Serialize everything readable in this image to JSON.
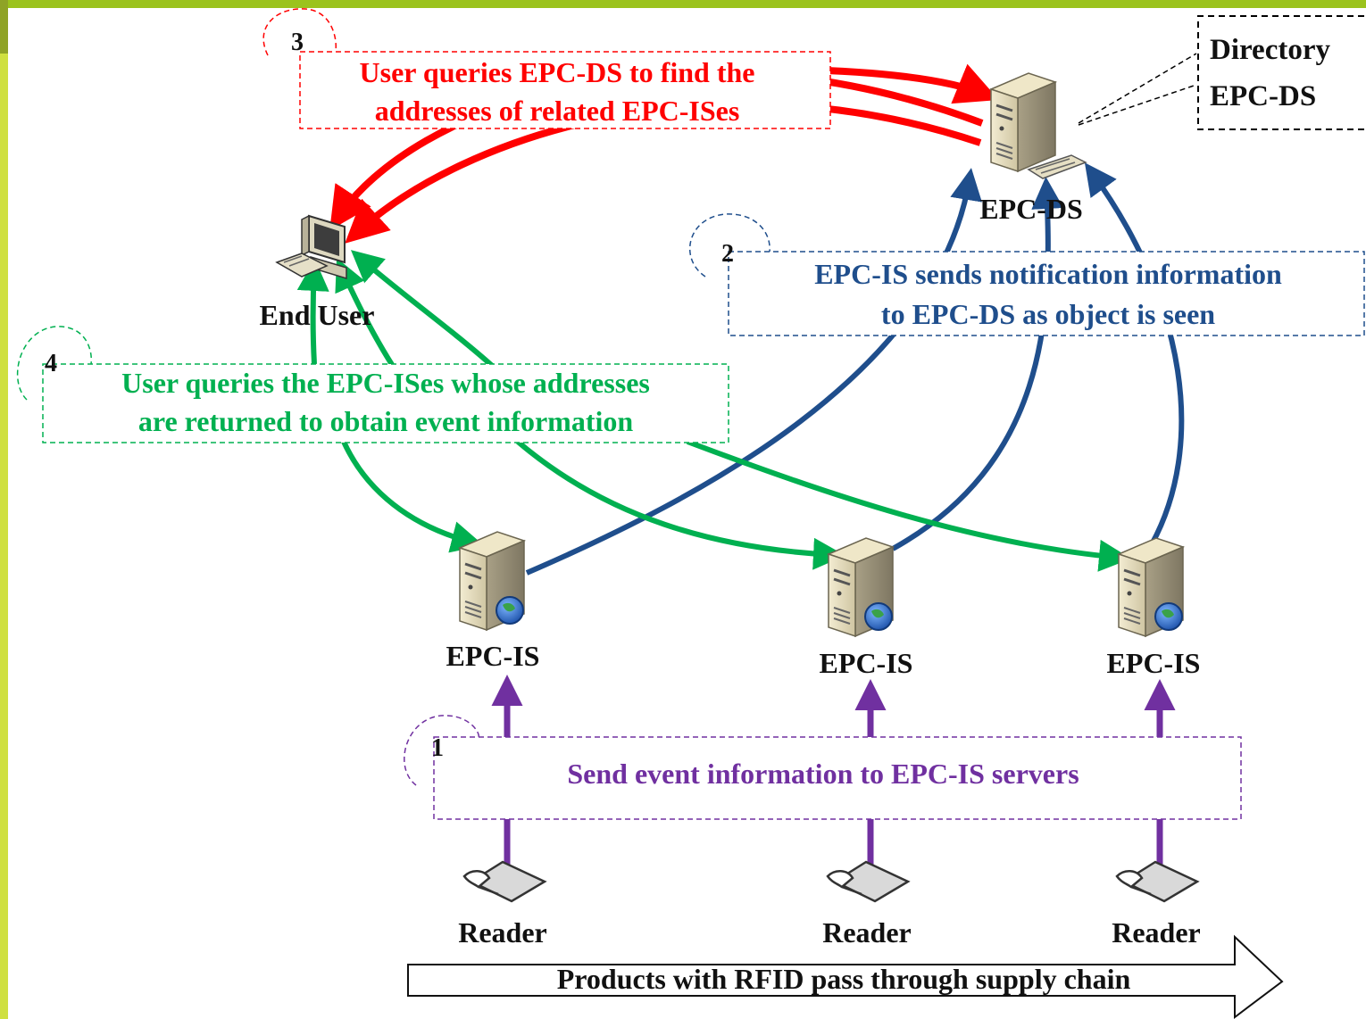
{
  "steps": {
    "step1": {
      "num": "1",
      "line1": "Send event information to EPC-IS servers",
      "color": "#7030a0"
    },
    "step2": {
      "num": "2",
      "line1": "EPC-IS sends notification information",
      "line2": "to EPC-DS as object is seen",
      "color": "#1f4e8c"
    },
    "step3": {
      "num": "3",
      "line1": "User queries EPC-DS to find the",
      "line2": "addresses of related EPC-ISes",
      "color": "#ff0000"
    },
    "step4": {
      "num": "4",
      "line1": "User queries the EPC-ISes whose addresses",
      "line2": "are returned to obtain event information",
      "color": "#00b050"
    }
  },
  "nodes": {
    "epc_ds": "EPC-DS",
    "end_user": "End User",
    "epc_is_1": "EPC-IS",
    "epc_is_2": "EPC-IS",
    "epc_is_3": "EPC-IS",
    "reader_1": "Reader",
    "reader_2": "Reader",
    "reader_3": "Reader"
  },
  "directory_note": {
    "line1": "Directory",
    "line2": "EPC-DS"
  },
  "supply_chain_arrow": "Products with RFID pass through supply chain"
}
